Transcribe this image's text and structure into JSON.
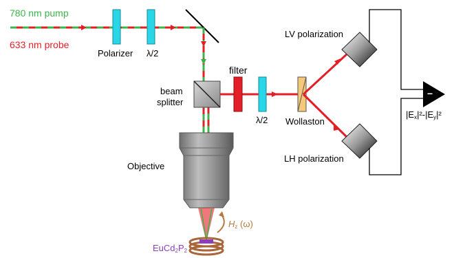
{
  "labels": {
    "pump": "780 nm pump",
    "probe": "633 nm probe",
    "polarizer": "Polarizer",
    "half_wave_top": "λ/2",
    "beam_splitter_line1": "beam",
    "beam_splitter_line2": "splitter",
    "filter": "filter",
    "half_wave_mid": "λ/2",
    "wollaston": "Wollaston",
    "lv": "LV polarization",
    "lh": "LH polarization",
    "objective": "Objective",
    "sample_main": "EuCd",
    "sample_sub1": "2",
    "sample_p": "P",
    "sample_sub2": "2",
    "field_symbol": "H",
    "field_sub": "z",
    "field_arg": " (ω)",
    "detector_minus": "−",
    "output_prefix": "|E",
    "output_x": "x",
    "output_mid": "|²-|E",
    "output_y": "y",
    "output_end": "|²"
  },
  "colors": {
    "pump": "#3bb54a",
    "probe": "#e41e26",
    "waveplate": "#28d6e8",
    "filter": "#e41e26",
    "wollaston": "#f5c977",
    "sample": "#a8663a",
    "sample_label": "#8a3fb5"
  }
}
